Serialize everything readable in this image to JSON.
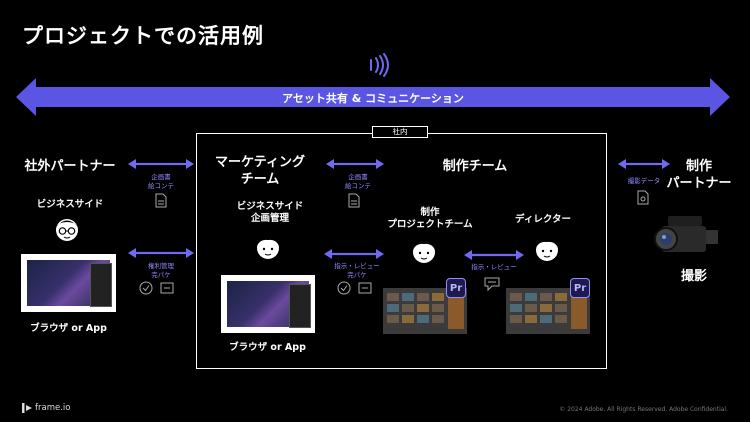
{
  "title": "プロジェクトでの活用例",
  "banner": "アセット共有 & コミュニケーション",
  "internal_box_label": "社内",
  "external_partner": "社外パートナー",
  "business_side": "ビジネスサイド",
  "browser_or_app": "ブラウザ or App",
  "marketing_team": "マーケティング\nチーム",
  "business_side_planning": "ビジネスサイド\n企画管理",
  "production_team": "制作チーム",
  "production_project_team": "制作\nプロジェクトチーム",
  "director": "ディレクター",
  "production_partner": "制作\nパートナー",
  "shooting": "撮影",
  "arrows": {
    "plan_storyboard_1": "企画書\n絵コンテ",
    "rights_delivery": "権利管理\n完パケ",
    "plan_storyboard_2": "企画書\n絵コンテ",
    "instruction_review_delivery": "指示・レビュー\n完パケ",
    "instruction_review": "指示・レビュー",
    "shooting_data": "撮影データ"
  },
  "premiere_label": "Pr",
  "logo_text": "frame.io",
  "copyright": "© 2024 Adobe. All Rights Reserved. Adobe Confidential.",
  "colors": {
    "accent": "#5b55e3",
    "arrow": "#6f6af0",
    "text": "#ffffff"
  }
}
